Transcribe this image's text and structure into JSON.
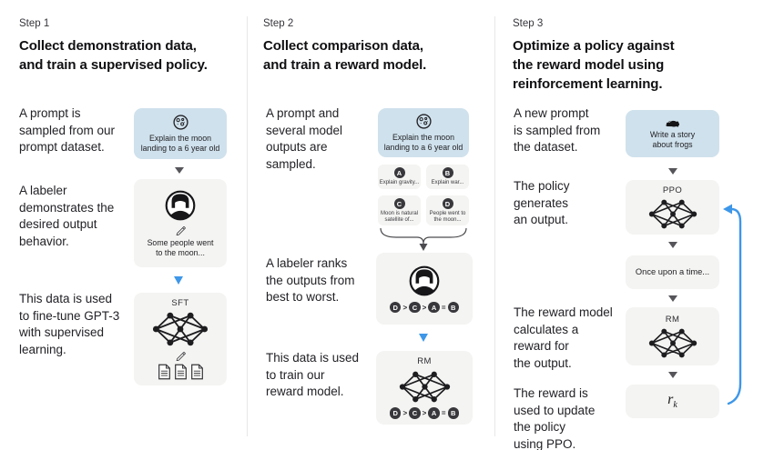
{
  "step1": {
    "label": "Step 1",
    "title": "Collect demonstration data,\nand train a supervised policy.",
    "captions": {
      "prompt": "A prompt is\nsampled from our\nprompt dataset.",
      "labeler": "A labeler\ndemonstrates the\ndesired output\nbehavior.",
      "finetune": "This data is used\nto fine-tune GPT-3\nwith supervised\nlearning."
    },
    "prompt_box_text": "Explain the moon\nlanding to a 6 year old",
    "demo_box_text": "Some people went\nto the moon...",
    "model_label": "SFT"
  },
  "step2": {
    "label": "Step 2",
    "title": "Collect comparison data,\nand train a reward model.",
    "captions": {
      "sampled": "A prompt and\nseveral model\noutputs are\nsampled.",
      "ranks": "A labeler ranks\nthe outputs from\nbest to worst.",
      "train": "This data is used\nto train our\nreward model."
    },
    "prompt_box_text": "Explain the moon\nlanding to a 6 year old",
    "outputs": [
      {
        "label": "A",
        "text": "Explain gravity..."
      },
      {
        "label": "B",
        "text": "Explain war..."
      },
      {
        "label": "C",
        "text": "Moon is natural\nsatellite of..."
      },
      {
        "label": "D",
        "text": "People went to\nthe moon..."
      }
    ],
    "ranking": {
      "letters": [
        "D",
        "C",
        "A",
        "B"
      ],
      "separators": [
        ">",
        ">",
        "="
      ]
    },
    "model_label": "RM"
  },
  "step3": {
    "label": "Step 3",
    "title": "Optimize a policy against\nthe reward model using\nreinforcement learning.",
    "captions": {
      "new_prompt": "A new prompt\nis sampled from\nthe dataset.",
      "policy": "The policy\ngenerates\nan output.",
      "reward_model": "The reward model\ncalculates a\nreward for\nthe output.",
      "reward_update": "The reward is\nused to update\nthe policy\nusing PPO."
    },
    "prompt_box_text": "Write a story\nabout frogs",
    "policy_label": "PPO",
    "output_box_text": "Once upon a time...",
    "reward_model_label": "RM",
    "reward_symbol": {
      "base": "r",
      "subscript": "k"
    }
  },
  "icons": {
    "moon": "moon-icon",
    "frog": "frog-icon",
    "labeler": "labeler-avatar-icon",
    "pencil": "pencil-icon",
    "network": "neural-network-icon",
    "documents": "document-icon",
    "down_arrow": "arrow-down-icon",
    "brace": "converge-brace-icon",
    "feedback": "feedback-arrow-icon"
  },
  "colors": {
    "background": "#ffffff",
    "prompt_box": "#cfe1ec",
    "model_box": "#f4f4f2",
    "blue_arrow": "#3e97e8",
    "gray_arrow": "#55555a",
    "badge": "#38383c",
    "divider": "#e7e7e8",
    "heading_text": "#101013",
    "body_text": "#222227"
  }
}
